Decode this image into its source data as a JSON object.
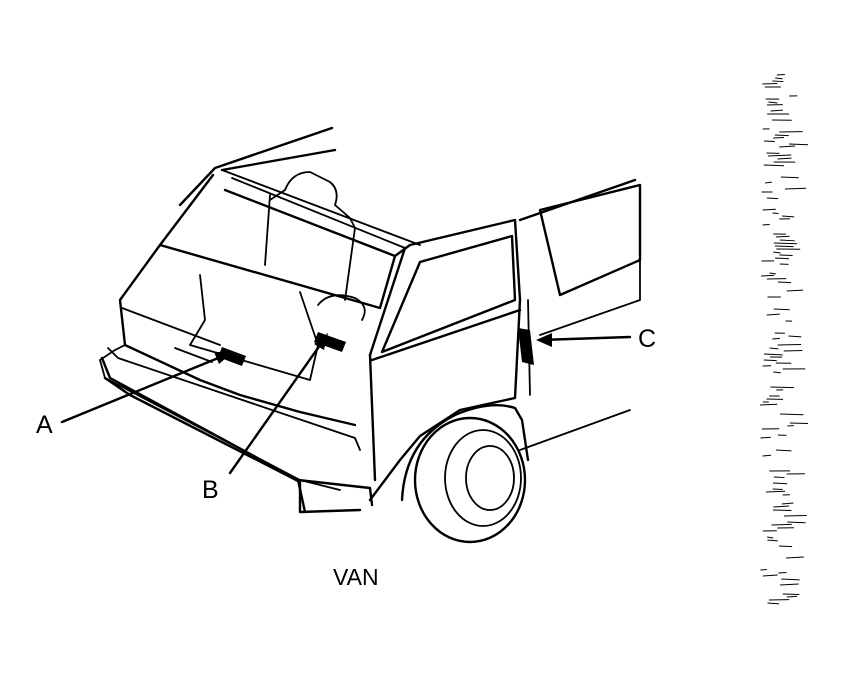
{
  "callouts": {
    "a": "A",
    "b": "B",
    "c": "C"
  },
  "caption": "VAN",
  "colors": {
    "line": "#000000",
    "background": "#ffffff"
  }
}
